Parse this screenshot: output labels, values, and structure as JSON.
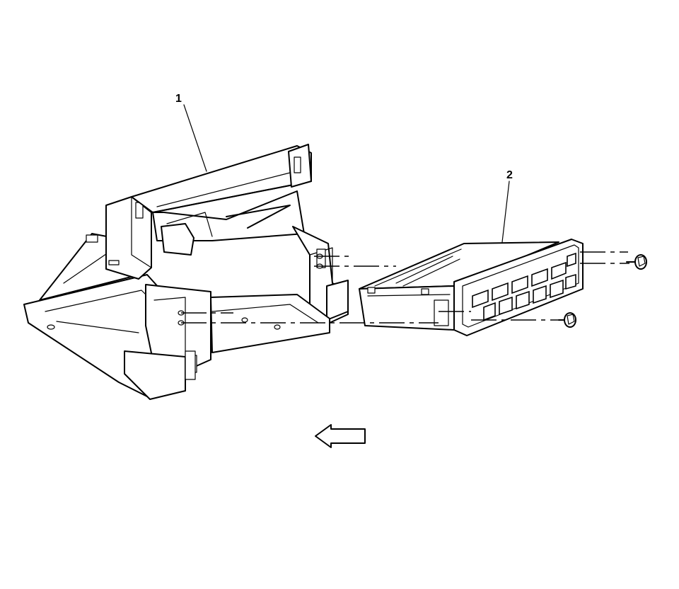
{
  "callouts": [
    {
      "id": "1",
      "label": "1"
    },
    {
      "id": "2",
      "label": "2"
    }
  ],
  "icons": {
    "direction_arrow": "left-arrow-icon",
    "screw": "screw-icon"
  },
  "colors": {
    "line": "#000000",
    "background": "#ffffff"
  }
}
